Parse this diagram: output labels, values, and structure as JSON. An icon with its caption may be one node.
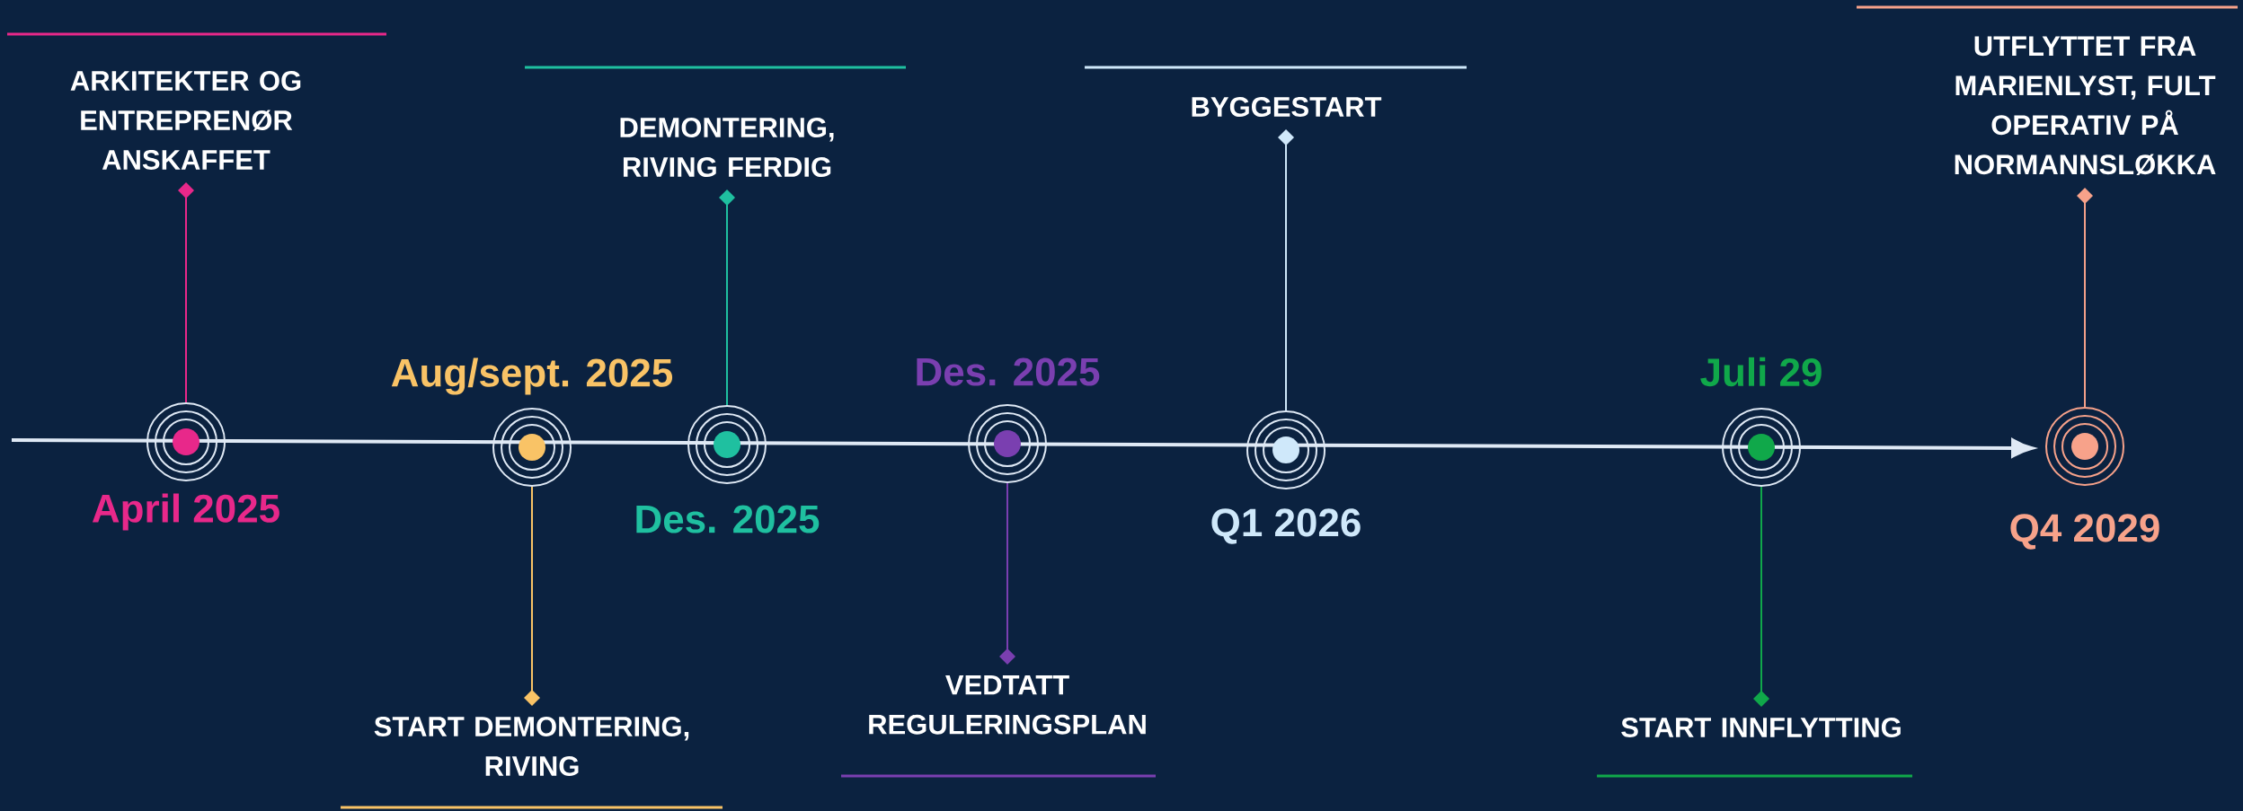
{
  "diagram": {
    "nodes": [
      {
        "text": [
          "ARKITEKTER OG ENTREPRENØR ANSKAFFET"
        ]
      },
      {
        "text": [],
        "shape": "circle",
        "beside": [
          "April 2025"
        ]
      },
      {
        "text": [
          "START DEMONTERING, RIVING"
        ]
      },
      {
        "text": [],
        "shape": "circle",
        "beside": [
          "Aug/sept. 2025"
        ]
      },
      {
        "text": [
          "DEMONTERING, RIVING FERDIG"
        ]
      },
      {
        "text": [],
        "shape": "circle",
        "beside": [
          "Des. 2025"
        ]
      },
      {
        "text": [
          "VEDTATT REGULERINGSPLAN"
        ]
      },
      {
        "text": [],
        "shape": "circle",
        "beside": [
          "Des. 2025"
        ]
      },
      {
        "text": [
          "BYGGESTART"
        ]
      },
      {
        "text": [],
        "shape": "circle",
        "beside": [
          "Q1 2026"
        ]
      },
      {
        "text": [
          "START INNFLYTTING"
        ]
      },
      {
        "text": [],
        "shape": "circle",
        "beside": [
          "Juli 29"
        ]
      },
      {
        "text": [
          "UTFLYTTET FRA MARIENLYST, FULT OPERATIV PÅ NORMANNSLØKKA"
        ]
      },
      {
        "text": [],
        "shape": "circle",
        "beside": [
          "Q4 2029"
        ]
      }
    ],
    "edges": [
      {
        "from": 0,
        "to": 1,
        "arrow": "other",
        "color": "#e8288a"
      },
      {
        "from": 2,
        "to": 3,
        "arrow": "other",
        "color": "#f9c366"
      },
      {
        "from": 4,
        "to": 5,
        "arrow": "other",
        "color": "#1fc0a0"
      },
      {
        "from": 6,
        "to": 7,
        "arrow": "other",
        "color": "#7a3fb0"
      },
      {
        "from": 8,
        "to": 9,
        "arrow": "other",
        "color": "#cfe8fa"
      },
      {
        "from": 10,
        "to": 11,
        "arrow": "other",
        "color": "#10a84a"
      },
      {
        "from": 12,
        "to": 13,
        "arrow": "other",
        "color": "#f7a28a"
      }
    ]
  }
}
